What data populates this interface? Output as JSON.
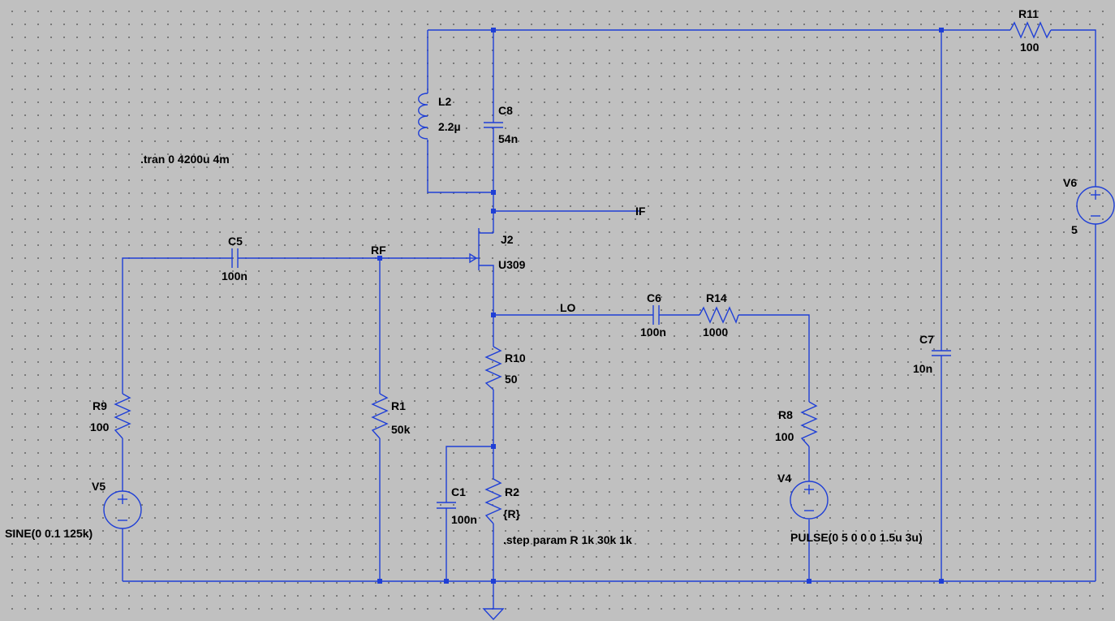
{
  "directives": {
    "tran": ".tran 0 4200u 4m",
    "step": ".step param R 1k 30k 1k"
  },
  "nets": {
    "rf": "RF",
    "lo": "LO",
    "if": "IF"
  },
  "components": {
    "L2": {
      "name": "L2",
      "value": "2.2µ"
    },
    "C8": {
      "name": "C8",
      "value": "54n"
    },
    "C5": {
      "name": "C5",
      "value": "100n"
    },
    "J2": {
      "name": "J2",
      "value": "U309"
    },
    "C6": {
      "name": "C6",
      "value": "100n"
    },
    "R14": {
      "name": "R14",
      "value": "1000"
    },
    "R10": {
      "name": "R10",
      "value": "50"
    },
    "R9": {
      "name": "R9",
      "value": "100"
    },
    "R1": {
      "name": "R1",
      "value": "50k"
    },
    "C1": {
      "name": "C1",
      "value": "100n"
    },
    "R2": {
      "name": "R2",
      "value": "{R}"
    },
    "R8": {
      "name": "R8",
      "value": "100"
    },
    "C7": {
      "name": "C7",
      "value": "10n"
    },
    "R11": {
      "name": "R11",
      "value": "100"
    },
    "V6": {
      "name": "V6",
      "value": "5"
    },
    "V5": {
      "name": "V5",
      "value": "SINE(0 0.1 125k)"
    },
    "V4": {
      "name": "V4",
      "value": "PULSE(0 5 0 0 0 1.5u 3u)"
    }
  },
  "colors": {
    "wire": "#1f3fd6",
    "background": "#c0c0c0",
    "grid_dots": "#6e6e6e",
    "text": "#000000"
  }
}
